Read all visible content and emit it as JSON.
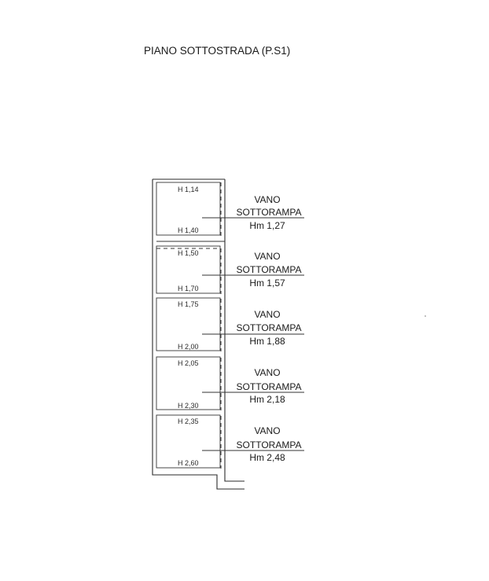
{
  "title": "PIANO SOTTOSTRADA (P.S1)",
  "rooms": [
    {
      "h_top": "H 1,14",
      "h_bottom": "H 1,40",
      "name_line1": "VANO",
      "name_line2": "SOTTORAMPA",
      "hm": "Hm 1,27"
    },
    {
      "h_top": "H 1,50",
      "h_bottom": "H 1,70",
      "name_line1": "VANO",
      "name_line2": "SOTTORAMPA",
      "hm": "Hm 1,57"
    },
    {
      "h_top": "H 1,75",
      "h_bottom": "H 2,00",
      "name_line1": "VANO",
      "name_line2": "SOTTORAMPA",
      "hm": "Hm 1,88"
    },
    {
      "h_top": "H 2,05",
      "h_bottom": "H 2,30",
      "name_line1": "VANO",
      "name_line2": "SOTTORAMPA",
      "hm": "Hm 2,18"
    },
    {
      "h_top": "H 2,35",
      "h_bottom": "H 2,60",
      "name_line1": "VANO",
      "name_line2": "SOTTORAMPA",
      "hm": "Hm 2,48"
    }
  ]
}
